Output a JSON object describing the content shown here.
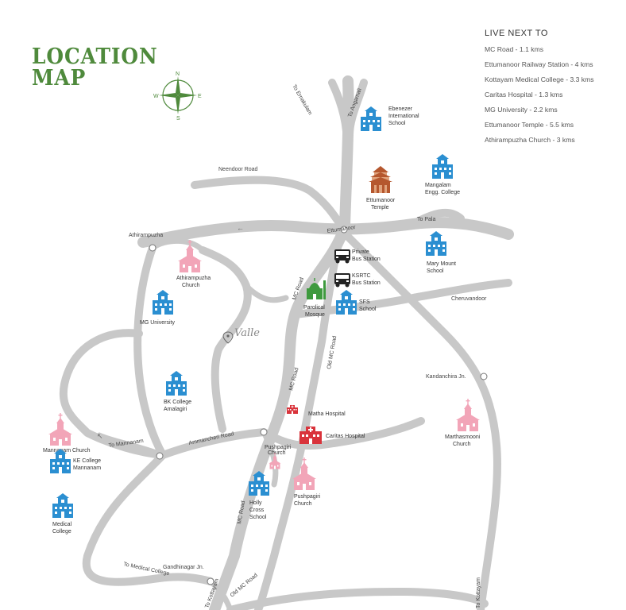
{
  "title": {
    "line1": "LOCATION",
    "line2": "MAP"
  },
  "compass": {
    "n": "N",
    "s": "S",
    "e": "E",
    "w": "W"
  },
  "live_next_to": {
    "heading": "LIVE NEXT TO",
    "items": [
      "MC Road -  1.1 kms",
      "Ettumanoor Railway Station - 4 kms",
      "Kottayam Medical College - 3.3 kms",
      "Caritas Hospital -  1.3 kms",
      "MG University -  2.2 kms",
      "Ettumanoor Temple - 5.5 kms",
      "Athirampuzha Church - 3 kms"
    ]
  },
  "roads": {
    "to_ernakulam": "To Ernakulam",
    "to_angamali": "To Angamali",
    "neendoor": "Neendoor Road",
    "ettumanoor": "Ettumanoor",
    "to_pala": "To Pala",
    "athirampuzha": "Athirampuzha",
    "mc_road_1": "MC Road",
    "mc_road_2": "MC Road",
    "mc_road_3": "MC Road",
    "old_mc_road_1": "Old MC Road",
    "old_mc_road_2": "Old MC Road",
    "cheruvandoor": "Cheruvandoor",
    "kandanchira": "Kandanchira Jn.",
    "ammancheri": "Ammancheri Road",
    "to_mannanam": "To Mannanam",
    "gandhinagar": "Gandhinagar Jn.",
    "to_medical_college": "To Medical College",
    "to_kottayam_1": "To Kottayam",
    "to_kottayam_2": "To Kottayam"
  },
  "places": {
    "ebenezer": [
      "Ebenezer",
      "International",
      "School"
    ],
    "ettumanoor_temple": [
      "Ettumanoor",
      "Temple"
    ],
    "mangalam": [
      "Mangalam",
      "Engg. College"
    ],
    "private_bus": [
      "Private",
      "Bus Station"
    ],
    "ksrtc": [
      "KSRTC",
      "Bus Station"
    ],
    "mary_mount": [
      "Mary Mount",
      "School"
    ],
    "athirampuzha_church": [
      "Athirampuzha",
      "Church"
    ],
    "mg_university": [
      "MG University"
    ],
    "parolical": [
      "Parolical",
      "Mosque"
    ],
    "sfs": [
      "SFS",
      "School"
    ],
    "valle": "Valle",
    "bk_college": [
      "BK College",
      "Amalagiri"
    ],
    "matha": [
      "Matha Hospital"
    ],
    "caritas": [
      "Caritas Hospital"
    ],
    "marthasmooni": [
      "Marthasmooni",
      "Church"
    ],
    "mannanam_church": [
      "Mannanam Church"
    ],
    "ke_college": [
      "KE College",
      "Mannanam"
    ],
    "pushpagiri_small": [
      "Pushpagiri",
      "Church"
    ],
    "holy_cross": [
      "Holly",
      "Cross",
      "School"
    ],
    "pushpagiri_church": [
      "Pushpagiri",
      "Church"
    ],
    "medical_college": [
      "Medical",
      "College"
    ]
  },
  "colors": {
    "title": "#4f8a3c",
    "road": "#c8c8c8",
    "school": "#2b8fd1",
    "church": "#f2a5b8",
    "temple": "#b5572e",
    "hospital": "#d9333b",
    "mosque": "#3e9a3e"
  },
  "icons": {
    "school": "school-icon",
    "church": "church-icon",
    "temple": "temple-icon",
    "hospital": "hospital-icon",
    "mosque": "mosque-icon",
    "bus": "bus-icon",
    "location_pin": "location-pin-icon",
    "compass": "compass-icon"
  }
}
